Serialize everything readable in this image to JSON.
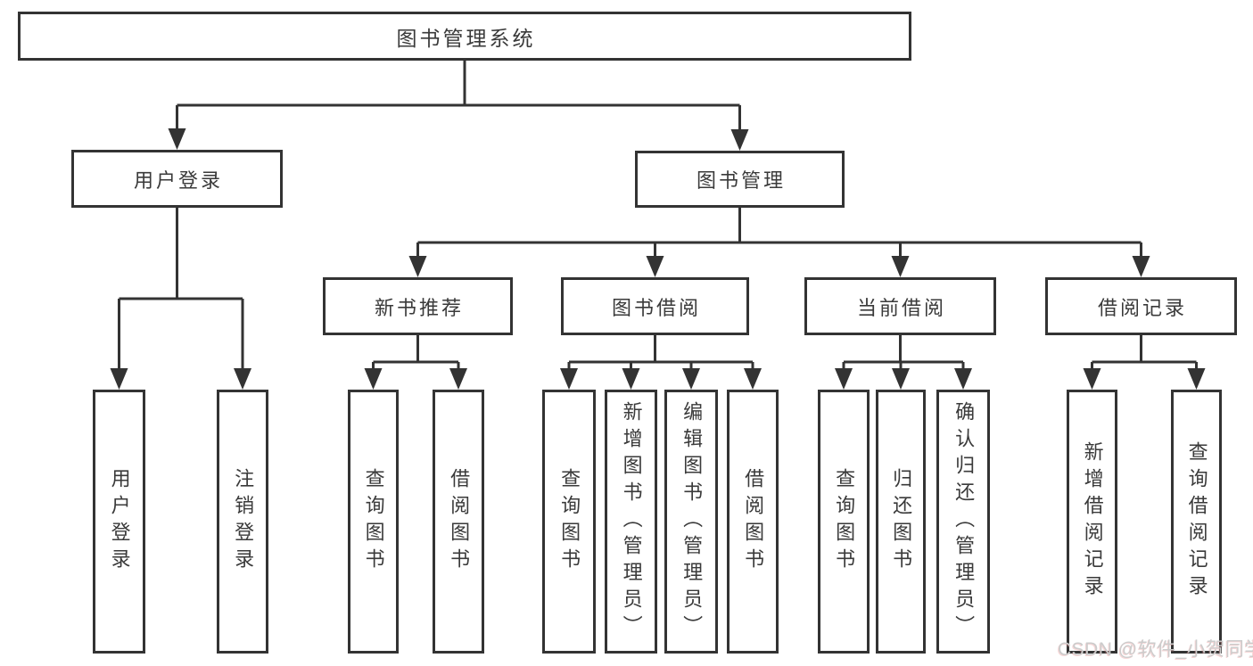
{
  "diagram": {
    "root": {
      "label": "图书管理系统"
    },
    "branches": [
      {
        "label": "用户登录",
        "children": [
          {
            "label": "用户登录"
          },
          {
            "label": "注销登录"
          }
        ]
      },
      {
        "label": "图书管理",
        "children": [
          {
            "label": "新书推荐",
            "children": [
              {
                "label": "查询图书"
              },
              {
                "label": "借阅图书"
              }
            ]
          },
          {
            "label": "图书借阅",
            "children": [
              {
                "label": "查询图书"
              },
              {
                "label": "新增图书（管理员）"
              },
              {
                "label": "编辑图书（管理员）"
              },
              {
                "label": "借阅图书"
              }
            ]
          },
          {
            "label": "当前借阅",
            "children": [
              {
                "label": "查询图书"
              },
              {
                "label": "归还图书"
              },
              {
                "label": "确认归还（管理员）"
              }
            ]
          },
          {
            "label": "借阅记录",
            "children": [
              {
                "label": "新增借阅记录"
              },
              {
                "label": "查询借阅记录"
              }
            ]
          }
        ]
      }
    ]
  },
  "watermark": {
    "text": "CSDN @软件_小贺同学"
  },
  "colors": {
    "line": "#333333",
    "text": "#3a3a3a",
    "watermark": "#cccccc",
    "background": "#ffffff"
  }
}
